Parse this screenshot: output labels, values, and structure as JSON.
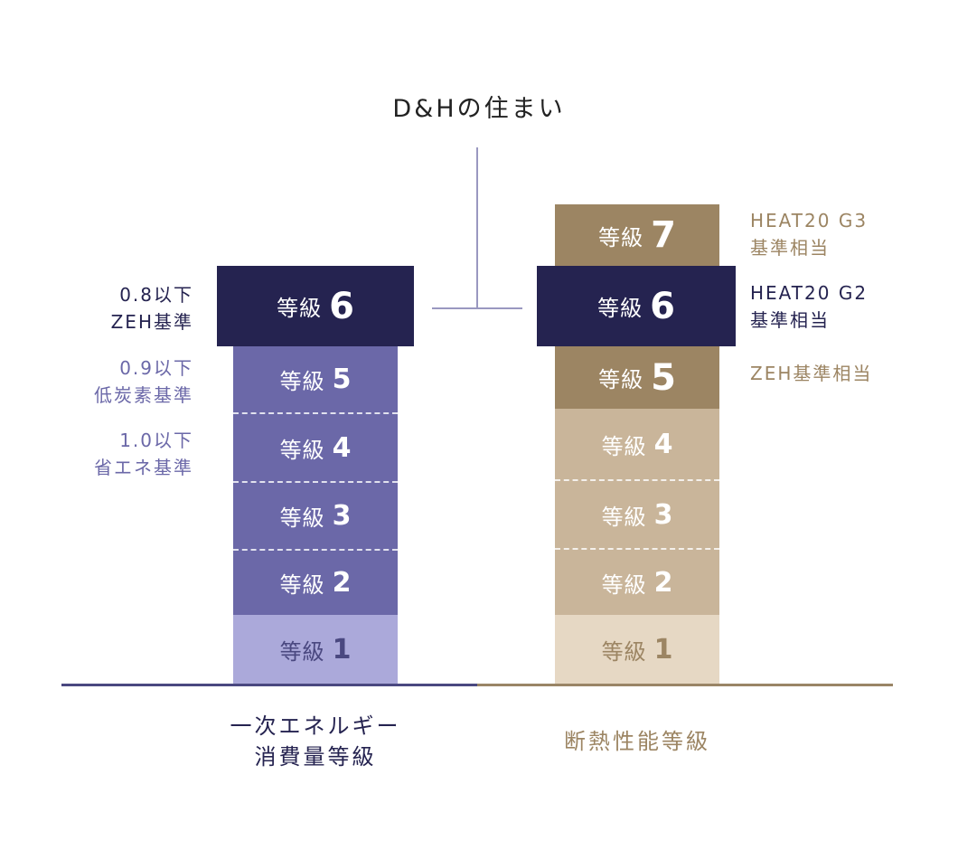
{
  "title": "D&Hの住まい",
  "colors": {
    "navy": "#252350",
    "purple_mid": "#6b68a8",
    "purple_light": "#aba9da",
    "tan_dark": "#9c8563",
    "tan_mid": "#c9b59a",
    "tan_light": "#e6d8c4"
  },
  "left_column": {
    "axis_title_line1": "一次エネルギー",
    "axis_title_line2": "消費量等級",
    "segments": [
      {
        "label": "等級",
        "level": "6",
        "highlight": true
      },
      {
        "label": "等級",
        "level": "5"
      },
      {
        "label": "等級",
        "level": "4"
      },
      {
        "label": "等級",
        "level": "3"
      },
      {
        "label": "等級",
        "level": "2"
      },
      {
        "label": "等級",
        "level": "1"
      }
    ],
    "annotations": [
      {
        "line1": "0.8以下",
        "line2": "ZEH基準"
      },
      {
        "line1": "0.9以下",
        "line2": "低炭素基準"
      },
      {
        "line1": "1.0以下",
        "line2": "省エネ基準"
      }
    ]
  },
  "right_column": {
    "axis_title": "断熱性能等級",
    "segments": [
      {
        "label": "等級",
        "level": "7"
      },
      {
        "label": "等級",
        "level": "6",
        "highlight": true
      },
      {
        "label": "等級",
        "level": "5"
      },
      {
        "label": "等級",
        "level": "4"
      },
      {
        "label": "等級",
        "level": "3"
      },
      {
        "label": "等級",
        "level": "2"
      },
      {
        "label": "等級",
        "level": "1"
      }
    ],
    "annotations": [
      {
        "line1": "HEAT20 G3",
        "line2": "基準相当"
      },
      {
        "line1": "HEAT20 G2",
        "line2": "基準相当"
      },
      {
        "line1": "ZEH基準相当"
      }
    ]
  }
}
